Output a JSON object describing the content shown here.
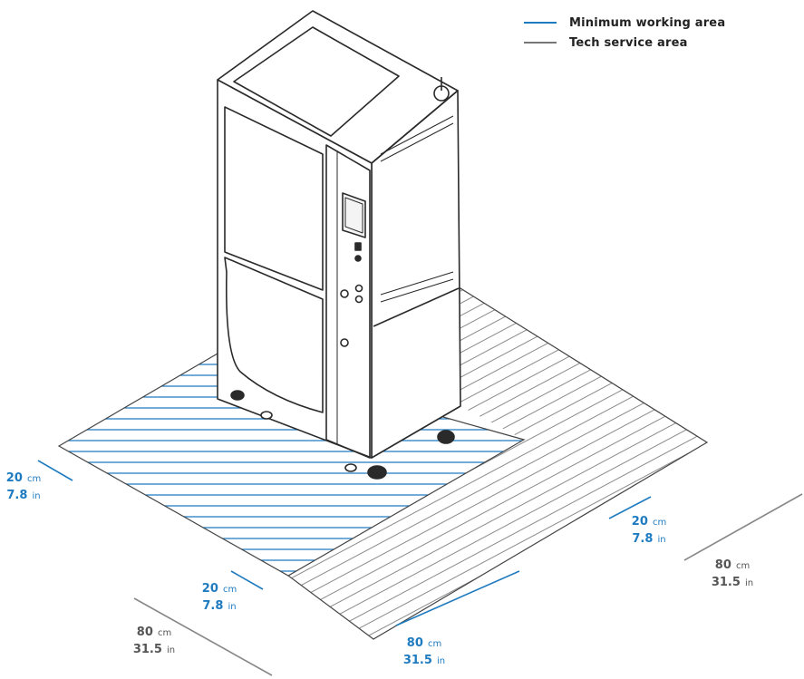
{
  "legend": {
    "minimum_working_area": {
      "label": "Minimum working area",
      "color": "#1f7bc0"
    },
    "tech_service_area": {
      "label": "Tech service area",
      "color": "#777777"
    }
  },
  "dimensions": {
    "left_margin": {
      "cm": "20",
      "cm_unit": "cm",
      "in": "7.8",
      "in_unit": "in"
    },
    "front_margin": {
      "cm": "20",
      "cm_unit": "cm",
      "in": "7.8",
      "in_unit": "in"
    },
    "right_margin": {
      "cm": "20",
      "cm_unit": "cm",
      "in": "7.8",
      "in_unit": "in"
    },
    "front_depth": {
      "cm": "80",
      "cm_unit": "cm",
      "in": "31.5",
      "in_unit": "in"
    },
    "left_outer": {
      "cm": "80",
      "cm_unit": "cm",
      "in": "31.5",
      "in_unit": "in"
    },
    "right_outer": {
      "cm": "80",
      "cm_unit": "cm",
      "in": "31.5",
      "in_unit": "in"
    }
  },
  "colors": {
    "working": "#1f7bc0",
    "service": "#777777",
    "machine": "#2a2a2a"
  },
  "icons": [
    "machine-illustration",
    "floor-hatching"
  ]
}
